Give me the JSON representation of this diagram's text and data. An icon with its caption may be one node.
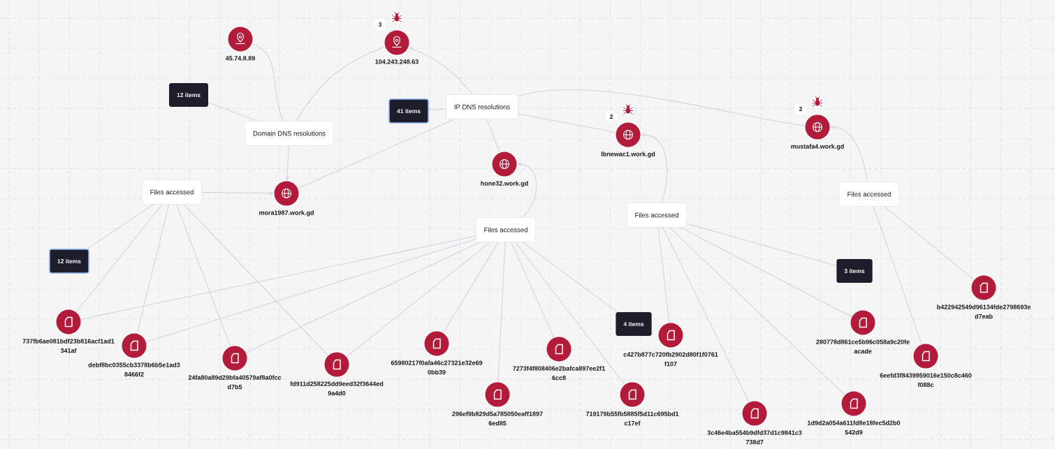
{
  "diagram": {
    "nodes": [
      {
        "text": [
          "45.74.8.89"
        ]
      },
      {
        "text": [
          "104.243.248.63"
        ],
        "beside": [
          "3"
        ]
      },
      {
        "text": [
          "12 items"
        ]
      },
      {
        "text": [
          "41 items"
        ]
      },
      {
        "text": [
          "IP DNS resolutions"
        ]
      },
      {
        "text": [
          "Domain DNS resolutions"
        ]
      },
      {
        "text": [
          "lbnewac1.work.gd"
        ],
        "beside": [
          "2"
        ]
      },
      {
        "text": [
          "mustafa4.work.gd"
        ],
        "beside": [
          "2"
        ]
      },
      {
        "text": [
          "hone32.work.gd"
        ]
      },
      {
        "text": [
          "Files accessed"
        ]
      },
      {
        "text": [
          "mora1987.work.gd"
        ]
      },
      {
        "text": [
          "Files accessed"
        ]
      },
      {
        "text": [
          "Files accessed"
        ]
      },
      {
        "text": [
          "Files accessed"
        ]
      },
      {
        "text": [
          "12 items"
        ]
      },
      {
        "text": [
          "3 items"
        ]
      },
      {
        "text": [
          "b422942549d96134fde2798693e d7eab"
        ]
      },
      {
        "text": [
          "737fb6ae081bdf23b816acf1ad1 341af"
        ]
      },
      {
        "text": [
          "4 items"
        ]
      },
      {
        "text": [
          "280778d861ce5b96c058a9c20fe acade"
        ]
      },
      {
        "text": [
          "debf8bc0355cb3378b6b5e1ad3 8466f2"
        ]
      },
      {
        "text": [
          "6eefd3f8439959016e150c8c460 f088c"
        ]
      },
      {
        "text": [
          "65980217f0afa46c27321e32e69 0bb39"
        ]
      },
      {
        "text": [
          "296ef9b829d5a785050eaff1897 6ed85"
        ]
      },
      {
        "text": [
          "24fa80a89d29bfa40579af8a0fcc d7b5"
        ]
      },
      {
        "text": [
          "fd911d258225dd9eed32f3644ed 9a4d0"
        ]
      },
      {
        "text": [
          "7273f4f808406e2bafca897ee2f1 6cc8"
        ]
      },
      {
        "text": [
          "719179b55fb5885f5d11c695bd1 c17ef"
        ]
      },
      {
        "text": [
          "c427b877c720fb2902d80f1f0761 f107"
        ]
      },
      {
        "text": [
          "1d9d2a054a611fd8e18fec5d2b0 542d9"
        ]
      },
      {
        "text": [
          "3c46e4ba554b9dfd37d1c9841c3 738d7"
        ]
      }
    ],
    "edges": [
      {
        "from": 5,
        "to": 0,
        "arrow": "none"
      },
      {
        "from": 5,
        "to": 1,
        "arrow": "none"
      },
      {
        "from": 5,
        "to": 2,
        "arrow": "none"
      },
      {
        "from": 5,
        "to": 10,
        "arrow": "to"
      },
      {
        "from": 4,
        "to": 1,
        "arrow": "to"
      },
      {
        "from": 4,
        "to": 3,
        "arrow": "none"
      },
      {
        "from": 4,
        "to": 10,
        "arrow": "none"
      },
      {
        "from": 4,
        "to": 8,
        "arrow": "none"
      },
      {
        "from": 4,
        "to": 6,
        "arrow": "none"
      },
      {
        "from": 4,
        "to": 7,
        "arrow": "none"
      },
      {
        "from": 9,
        "to": 10,
        "arrow": "to"
      },
      {
        "from": 9,
        "to": 14,
        "arrow": "none"
      },
      {
        "from": 9,
        "to": 17,
        "arrow": "none"
      },
      {
        "from": 9,
        "to": 20,
        "arrow": "none"
      },
      {
        "from": 9,
        "to": 24,
        "arrow": "none"
      },
      {
        "from": 9,
        "to": 25,
        "arrow": "none"
      },
      {
        "from": 13,
        "to": 8,
        "arrow": "to"
      },
      {
        "from": 13,
        "to": 17,
        "arrow": "none"
      },
      {
        "from": 13,
        "to": 20,
        "arrow": "none"
      },
      {
        "from": 13,
        "to": 24,
        "arrow": "none"
      },
      {
        "from": 13,
        "to": 25,
        "arrow": "none"
      },
      {
        "from": 13,
        "to": 22,
        "arrow": "none"
      },
      {
        "from": 13,
        "to": 23,
        "arrow": "none"
      },
      {
        "from": 13,
        "to": 26,
        "arrow": "none"
      },
      {
        "from": 13,
        "to": 27,
        "arrow": "none"
      },
      {
        "from": 13,
        "to": 18,
        "arrow": "none"
      },
      {
        "from": 11,
        "to": 6,
        "arrow": "to"
      },
      {
        "from": 11,
        "to": 15,
        "arrow": "none"
      },
      {
        "from": 11,
        "to": 19,
        "arrow": "none"
      },
      {
        "from": 11,
        "to": 28,
        "arrow": "none"
      },
      {
        "from": 11,
        "to": 30,
        "arrow": "none"
      },
      {
        "from": 11,
        "to": 29,
        "arrow": "none"
      },
      {
        "from": 12,
        "to": 7,
        "arrow": "to"
      },
      {
        "from": 12,
        "to": 21,
        "arrow": "none"
      },
      {
        "from": 12,
        "to": 16,
        "arrow": "none"
      }
    ]
  }
}
